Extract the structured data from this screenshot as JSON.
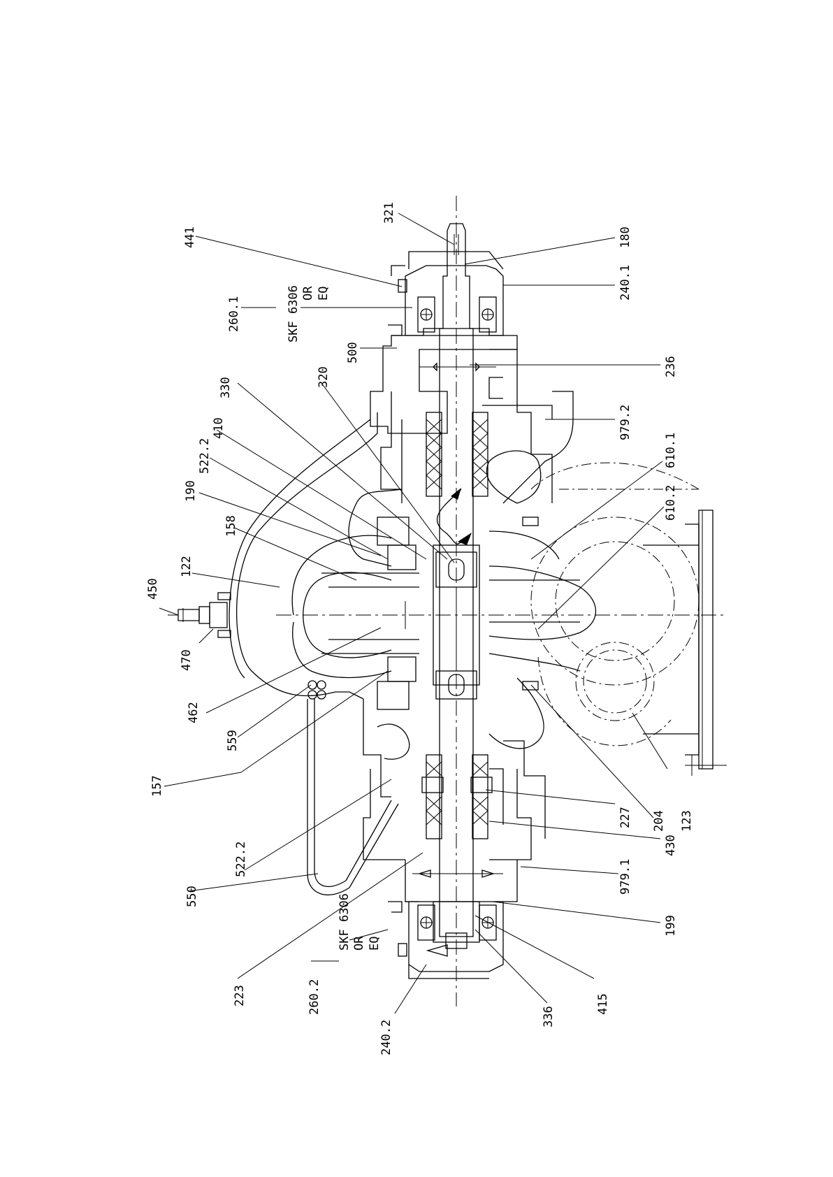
{
  "labels": {
    "l321": "321",
    "l441": "441",
    "l180": "180",
    "l240_1": "240.1",
    "l260_1": "260.1",
    "skf1_a": "SKF 6306",
    "skf1_b": "OR",
    "skf1_c": "EQ",
    "l500": "500",
    "l236": "236",
    "l320": "320",
    "l330": "330",
    "l410": "410",
    "l522_2a": "522.2",
    "l190": "190",
    "l979_2": "979.2",
    "l610_1": "610.1",
    "l610_2": "610.2",
    "l158": "158",
    "l122": "122",
    "l450": "450",
    "l470": "470",
    "l462": "462",
    "l559": "559",
    "l157": "157",
    "l227": "227",
    "l204": "204",
    "l123": "123",
    "l430": "430",
    "l522_2b": "522.2",
    "l550": "550",
    "l979_1": "979.1",
    "l199": "199",
    "l223": "223",
    "skf2_a": "SKF 6306",
    "skf2_b": "OR",
    "skf2_c": "EQ",
    "l260_2": "260.2",
    "l240_2": "240.2",
    "l336": "336",
    "l415": "415"
  },
  "icons": {
    "flow_arrow": "flow-direction-arrow-icon",
    "rotation_arrow": "rotation-arrow-icon"
  }
}
